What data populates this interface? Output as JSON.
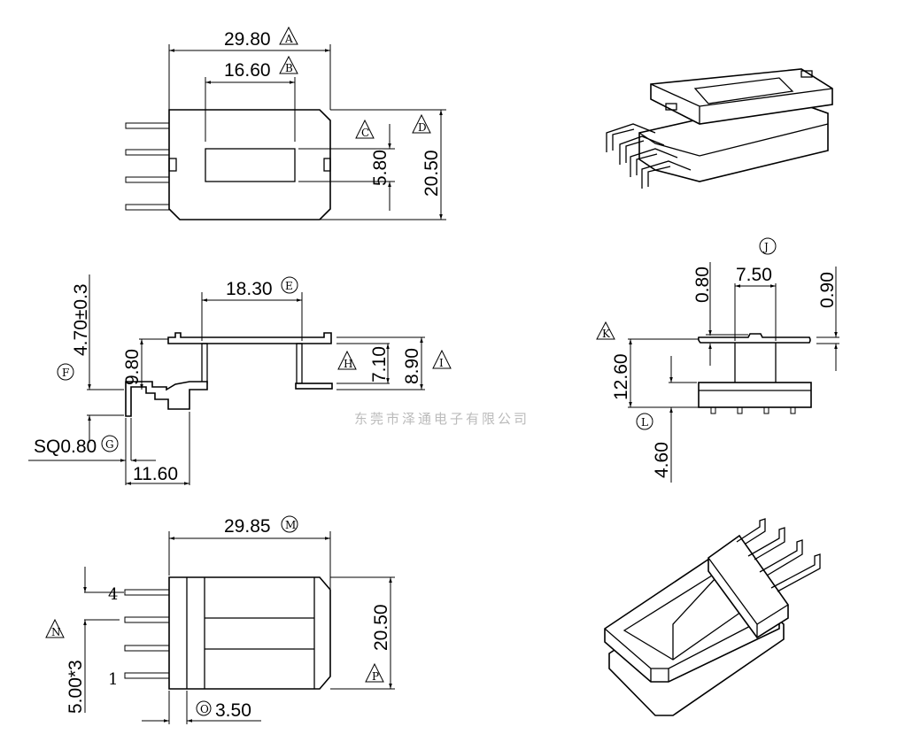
{
  "watermark": "东莞市泽通电子有限公司",
  "top_view": {
    "width_dim": "29.80",
    "width_tag": "A",
    "window_dim": "16.60",
    "window_tag": "B",
    "window_height_dim": "5.80",
    "window_height_tag": "C",
    "height_dim": "20.50",
    "height_tag": "D"
  },
  "side_view": {
    "flange_span_dim": "18.30",
    "flange_span_tag": "E",
    "pin_height_dim": "4.70±0.3",
    "pin_height_tag": "F",
    "pin_size_dim": "SQ0.80",
    "pin_size_tag": "G",
    "total_height_dim": "9.80",
    "inner_height_dim": "7.10",
    "inner_height_tag": "H",
    "outer_height_dim": "8.90",
    "outer_height_tag": "I",
    "pin_length_dim": "11.60"
  },
  "end_view": {
    "core_width_dim": "7.50",
    "core_width_tag": "J",
    "top_flange_dim": "0.80",
    "flange_thick_dim": "0.90",
    "height_dim": "12.60",
    "height_tag": "K",
    "base_height_dim": "4.60",
    "base_height_tag": "L"
  },
  "bottom_view": {
    "width_dim": "29.85",
    "width_tag": "M",
    "pitch_dim": "5.00*3",
    "pitch_tag": "N",
    "standoff_dim": "3.50",
    "standoff_tag": "O",
    "height_dim": "20.50",
    "height_tag": "P",
    "pin_first": "1",
    "pin_last": "4"
  }
}
